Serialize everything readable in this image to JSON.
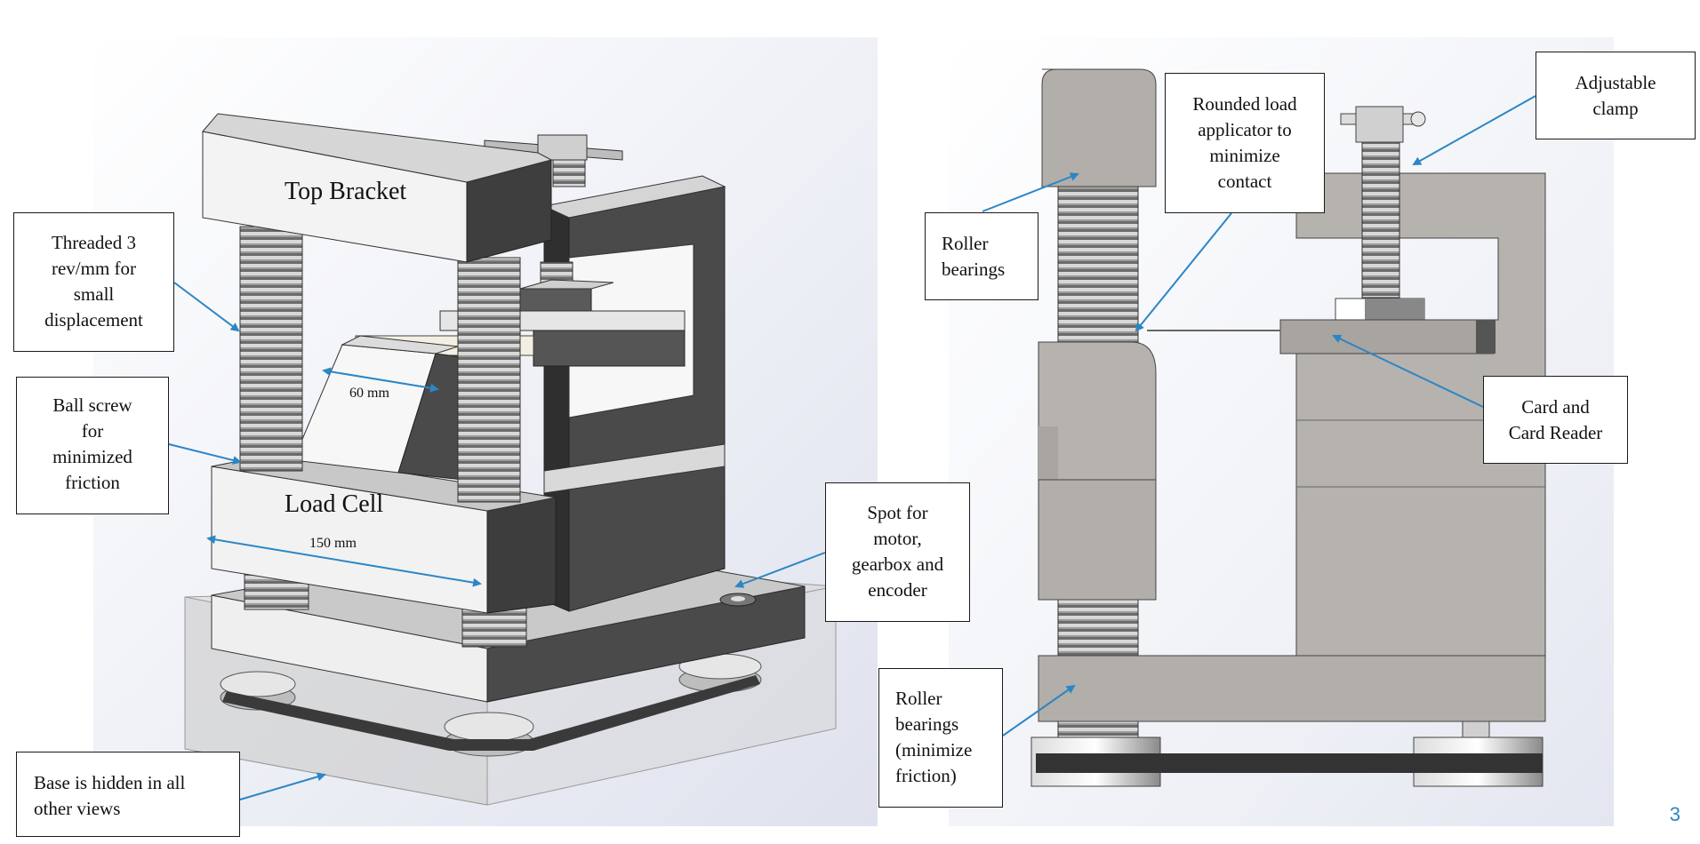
{
  "labels": {
    "top_bracket": "Top Bracket",
    "load_cell": "Load Cell",
    "dim_60": "60 mm",
    "dim_150": "150 mm"
  },
  "callouts": {
    "threaded": "Threaded 3\nrev/mm for\nsmall\ndisplacement",
    "ball_screw": "Ball screw\nfor\nminimized\nfriction",
    "base_hidden": "Base is hidden in all\nother views",
    "spot_motor": "Spot for\nmotor,\ngearbox and\nencoder",
    "roller_top": "Roller\nbearings",
    "rounded_load": "Rounded load\napplicator to\nminimize\ncontact",
    "adjustable_clamp": "Adjustable\nclamp",
    "card_reader": "Card and\nCard Reader",
    "roller_bottom": "Roller\nbearings\n(minimize\nfriction)"
  },
  "page_number": "3",
  "colors": {
    "arrow": "#2b86c5",
    "metal_dark": "#4a4a4a",
    "metal_light": "#f2f2f2",
    "side_gray": "#b3b0ad"
  }
}
